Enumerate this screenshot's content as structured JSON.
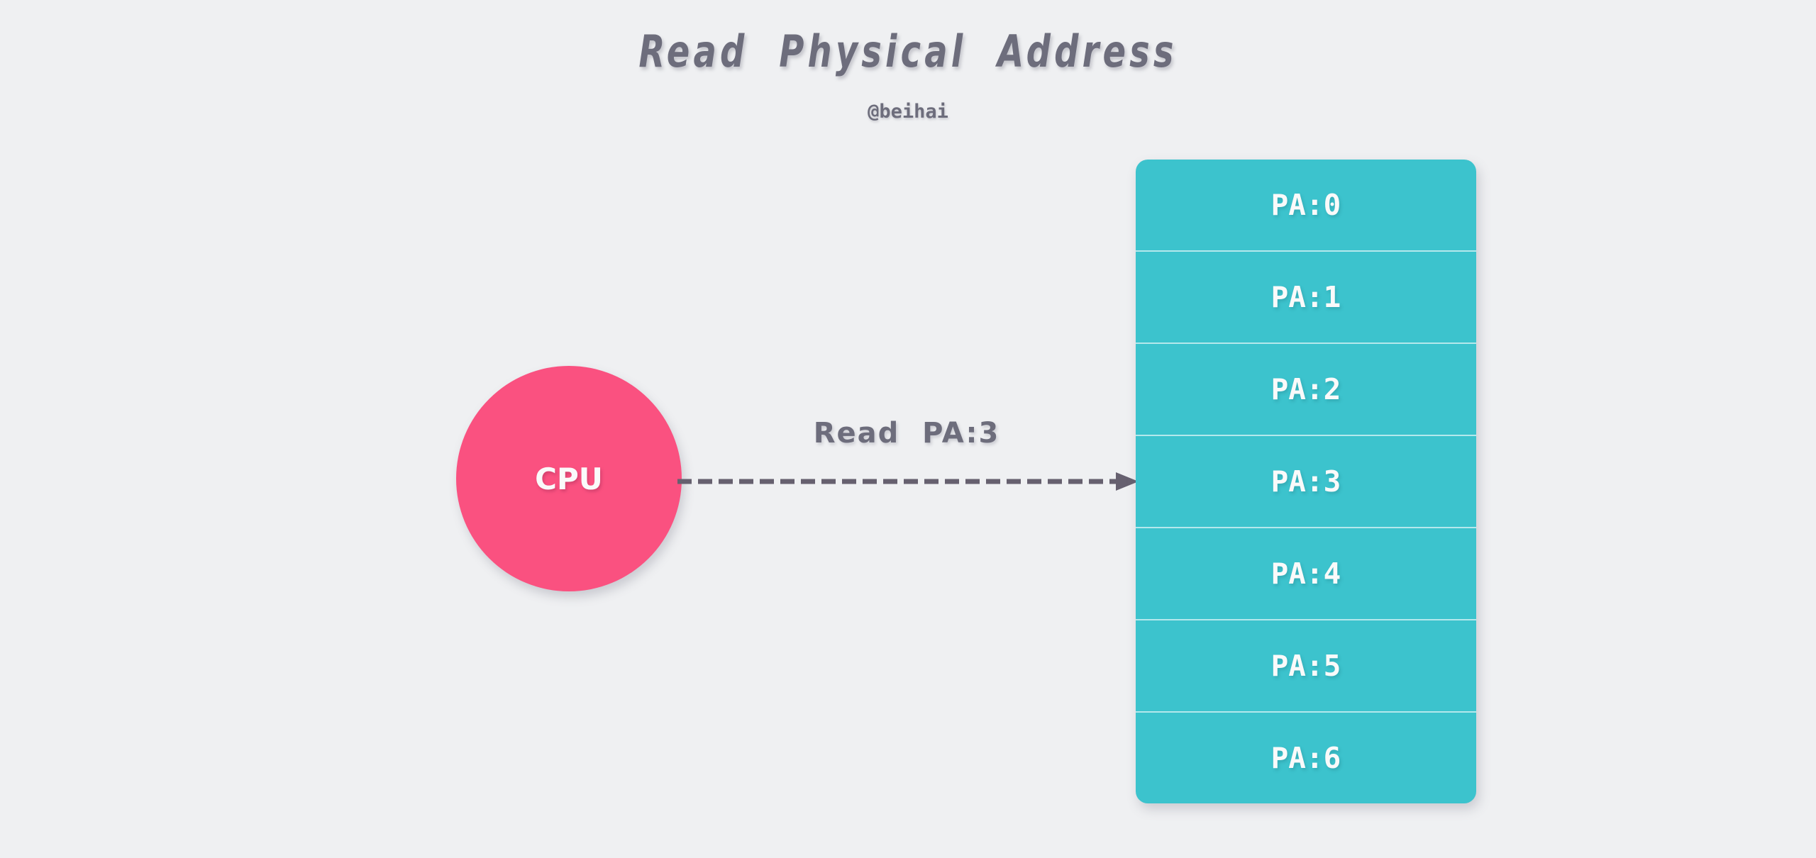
{
  "page": {
    "title": "Read  Physical  Address",
    "subtitle": "@beihai",
    "background_color": "#eff0f2",
    "title_color": "#6d6d7c"
  },
  "cpu": {
    "label": "CPU",
    "color": "#fa5180",
    "text_color": "#fafafa"
  },
  "arrow": {
    "label": "Read  PA:3",
    "color": "#66606f",
    "style": "dashed",
    "direction": "right",
    "from": "CPU",
    "to": "PA:3"
  },
  "memory": {
    "color": "#3cc3cd",
    "text_color": "#fafafa",
    "divider_color": "#ffffff",
    "cells": [
      {
        "label": "PA:0",
        "address": 0
      },
      {
        "label": "PA:1",
        "address": 1
      },
      {
        "label": "PA:2",
        "address": 2
      },
      {
        "label": "PA:3",
        "address": 3
      },
      {
        "label": "PA:4",
        "address": 4
      },
      {
        "label": "PA:5",
        "address": 5
      },
      {
        "label": "PA:6",
        "address": 6
      }
    ]
  }
}
